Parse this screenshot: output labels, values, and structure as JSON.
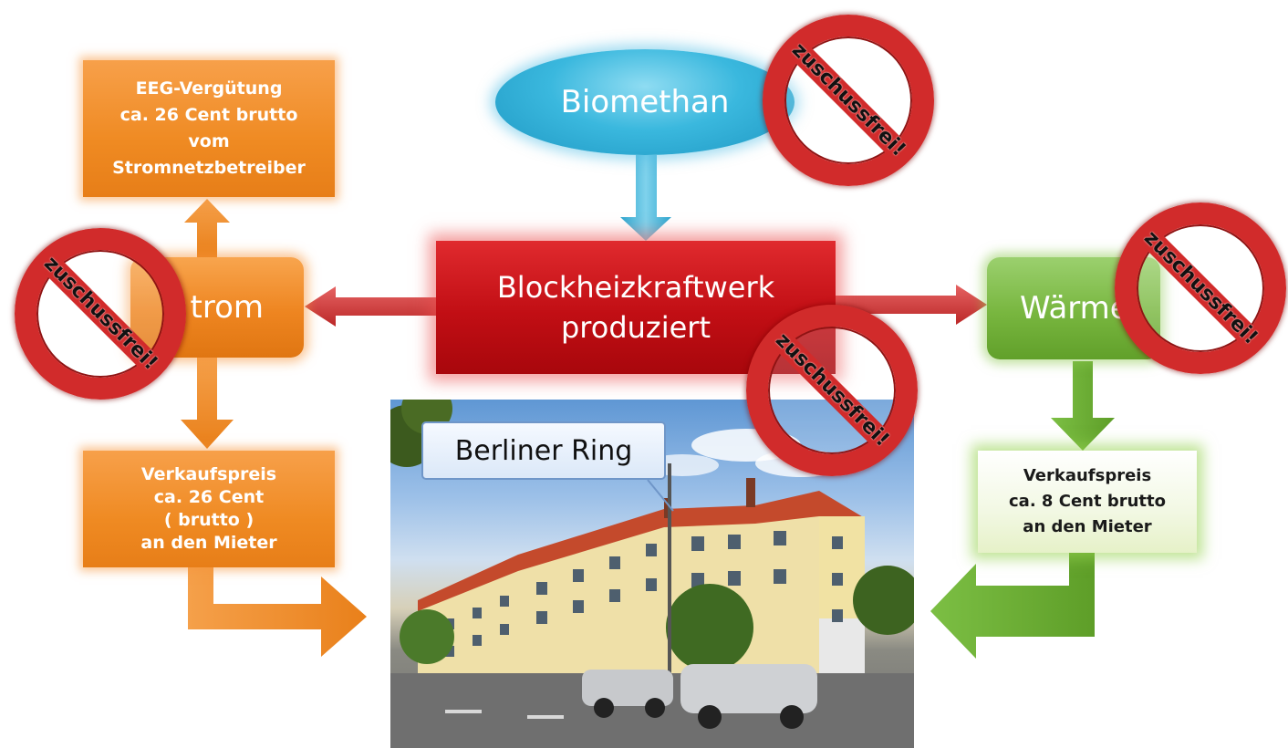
{
  "boxes": {
    "eeg": "EEG-Vergütung\nca. 26 Cent brutto\nvom\nStromnetzbetreiber",
    "strom": "Strom",
    "strom_visible": "trom",
    "bhkw_line1": "Blockheizkraftwerk",
    "bhkw_line2": "produziert",
    "biomethan": "Biomethan",
    "waerme": "Wärme",
    "waerme_visible": "Wärme",
    "verkauf_strom": "Verkaufspreis\nca. 26 Cent\n( brutto )\nan den Mieter",
    "verkauf_waerme": "Verkaufspreis\nca. 8 Cent brutto\nan den Mieter"
  },
  "photo": {
    "label": "Berliner Ring"
  },
  "stamps": [
    "zuschussfrei!",
    "zuschussfrei!",
    "zuschussfrei!",
    "zuschussfrei!"
  ],
  "colors": {
    "orange": "#ef8a22",
    "red": "#c10e14",
    "blue": "#3ab8de",
    "green": "#78b63f",
    "stamp_red": "#d12b2b"
  }
}
